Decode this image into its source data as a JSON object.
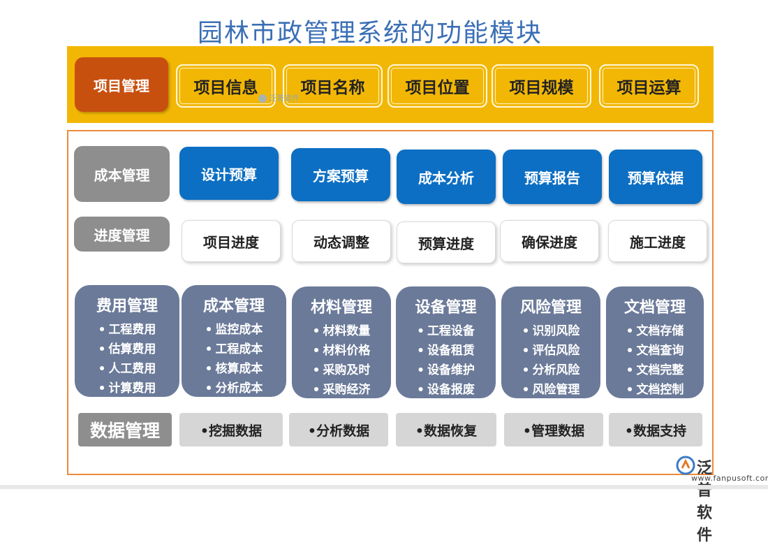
{
  "title": "园林市政管理系统的功能模块",
  "colors": {
    "title": "#3a6fb5",
    "band": "#f2b705",
    "project_head": "#c8500f",
    "frame_border": "#ed8a3c",
    "gray_label": "#8e8e8e",
    "blue_item": "#0c6fc3",
    "card": "#6b7a99",
    "data_item": "#d6d6d6"
  },
  "project": {
    "label": "项目管理",
    "items": [
      "项目信息",
      "项目名称",
      "项目位置",
      "项目规模",
      "项目运算"
    ]
  },
  "cost": {
    "label": "成本管理",
    "items": [
      "设计预算",
      "方案预算",
      "成本分析",
      "预算报告",
      "预算依据"
    ]
  },
  "progress": {
    "label": "进度管理",
    "items": [
      "项目进度",
      "动态调整",
      "预算进度",
      "确保进度",
      "施工进度"
    ]
  },
  "cards": [
    {
      "title": "费用管理",
      "items": [
        "工程费用",
        "估算费用",
        "人工费用",
        "计算费用"
      ]
    },
    {
      "title": "成本管理",
      "items": [
        "监控成本",
        "工程成本",
        "核算成本",
        "分析成本"
      ]
    },
    {
      "title": "材料管理",
      "items": [
        "材料数量",
        "材料价格",
        "采购及时",
        "采购经济"
      ]
    },
    {
      "title": "设备管理",
      "items": [
        "工程设备",
        "设备租赁",
        "设备维护",
        "设备报废"
      ]
    },
    {
      "title": "风险管理",
      "items": [
        "识别风险",
        "评估风险",
        "分析风险",
        "风险管理"
      ]
    },
    {
      "title": "文档管理",
      "items": [
        "文档存储",
        "文档查询",
        "文档完整",
        "文档控制"
      ]
    }
  ],
  "data_mgmt": {
    "label": "数据管理",
    "items": [
      "•挖掘数据",
      "•分析数据",
      "•数据恢复",
      "•管理数据",
      "•数据支持"
    ]
  },
  "watermark": "泛普软件",
  "logo": {
    "name": "泛普软件",
    "url": "www.fanpusoft.com",
    "icon": "fanpu-logo-icon"
  }
}
